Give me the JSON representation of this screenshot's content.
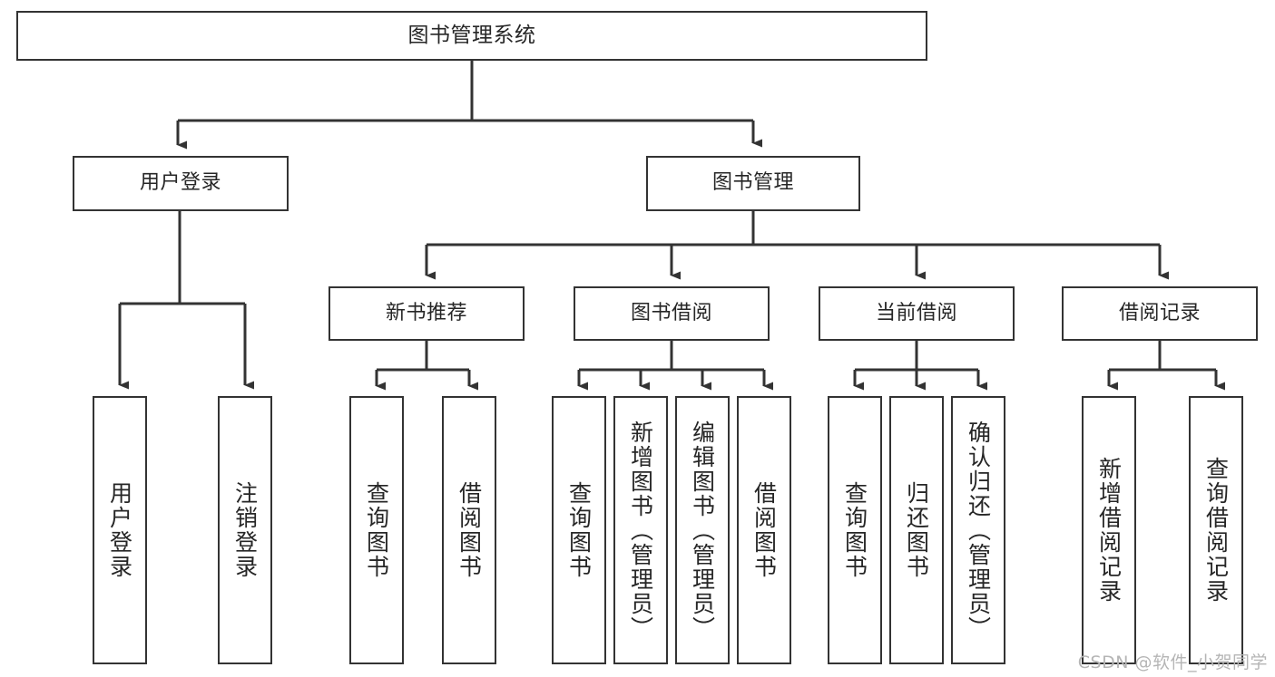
{
  "diagram": {
    "title": "图书管理系统",
    "type": "tree-hierarchy-diagram",
    "watermark": "CSDN @软件_小贺同学",
    "colors": {
      "box_border": "#333333",
      "box_fill": "#ffffff",
      "edge": "#333333",
      "text": "#262626",
      "watermark": "#b5b5b5",
      "background": "#ffffff"
    },
    "nodes": {
      "root": {
        "label": "图书管理系统"
      },
      "level2": [
        {
          "id": "user-login",
          "label": "用户登录"
        },
        {
          "id": "book-manage",
          "label": "图书管理"
        }
      ],
      "level3": [
        {
          "id": "new-book-recommend",
          "label": "新书推荐"
        },
        {
          "id": "book-borrow",
          "label": "图书借阅"
        },
        {
          "id": "current-borrow",
          "label": "当前借阅"
        },
        {
          "id": "borrow-record",
          "label": "借阅记录"
        }
      ],
      "leaves": {
        "user_login": [
          {
            "id": "leaf-user-login",
            "label": "用户登录"
          },
          {
            "id": "leaf-logout-login",
            "label": "注销登录"
          }
        ],
        "new_book_recommend": [
          {
            "id": "leaf-query-book-1",
            "label": "查询图书"
          },
          {
            "id": "leaf-borrow-book-1",
            "label": "借阅图书"
          }
        ],
        "book_borrow": [
          {
            "id": "leaf-query-book-2",
            "label": "查询图书"
          },
          {
            "id": "leaf-add-book",
            "label": "新增图书（管理员）"
          },
          {
            "id": "leaf-edit-book",
            "label": "编辑图书（管理员）"
          },
          {
            "id": "leaf-borrow-book-2",
            "label": "借阅图书"
          }
        ],
        "current_borrow": [
          {
            "id": "leaf-query-book-3",
            "label": "查询图书"
          },
          {
            "id": "leaf-return-book",
            "label": "归还图书"
          },
          {
            "id": "leaf-confirm-return",
            "label": "确认归还（管理员）"
          }
        ],
        "borrow_record": [
          {
            "id": "leaf-add-borrow-record",
            "label": "新增借阅记录"
          },
          {
            "id": "leaf-query-borrow-record",
            "label": "查询借阅记录"
          }
        ]
      }
    }
  }
}
